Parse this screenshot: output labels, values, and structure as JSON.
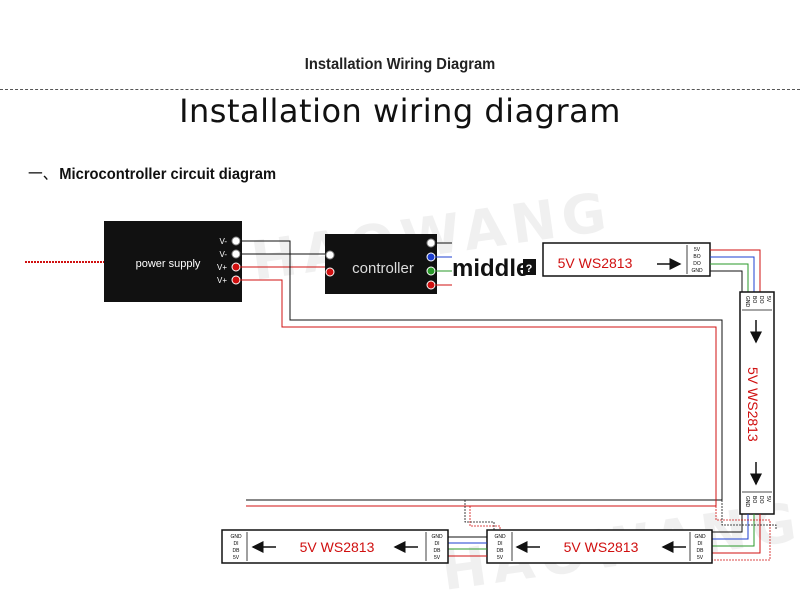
{
  "header": {
    "title": "Installation Wiring Diagram"
  },
  "main_title": "Installation wiring diagram",
  "section": {
    "number": "一、",
    "title": "Microcontroller circuit diagram"
  },
  "watermark": "HAOWANG",
  "power_supply": {
    "label": "power supply",
    "terminals": [
      "V-",
      "V-",
      "V+",
      "V+"
    ]
  },
  "controller": {
    "label": "controller"
  },
  "middle_label": "middle",
  "strip": {
    "label": "5V  WS2813",
    "pins_top": [
      "5V",
      "BO",
      "DO",
      "GND"
    ],
    "pins_side_top": [
      "GND",
      "BO",
      "DO",
      "5V"
    ],
    "pins_side_bottom": [
      "GND",
      "BO",
      "DO",
      "5V"
    ],
    "pins_bottom": [
      "GND",
      "DI",
      "DB",
      "5V"
    ]
  },
  "colors": {
    "red": "#d01010",
    "green": "#2a9a2a",
    "blue": "#1e3fd0",
    "black": "#111111"
  }
}
